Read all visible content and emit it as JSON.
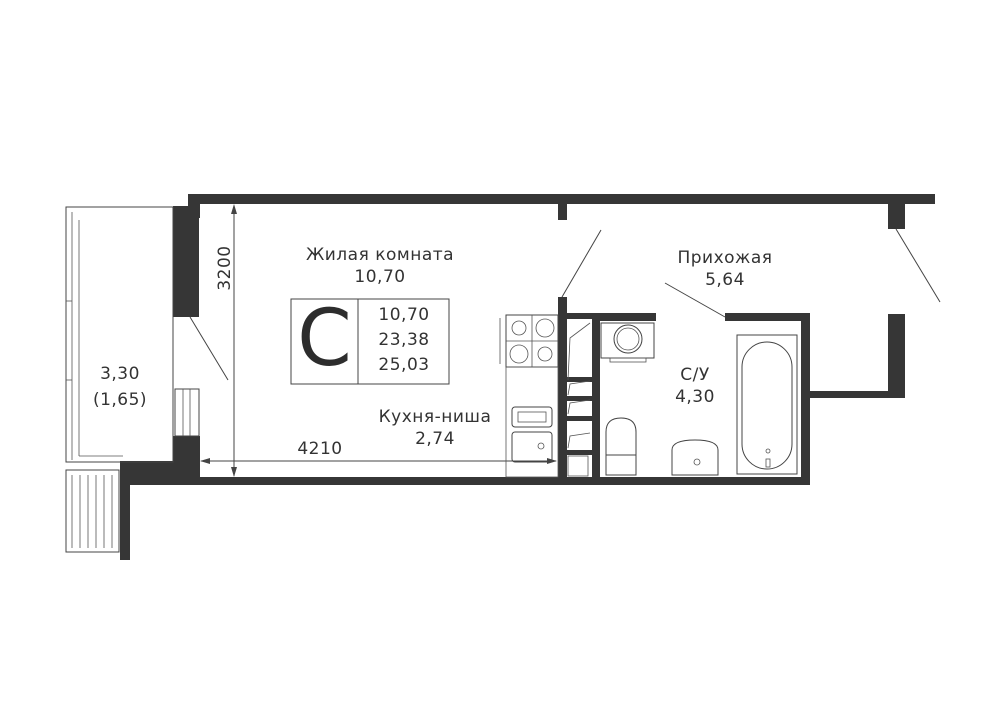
{
  "rooms": {
    "living": {
      "name": "Жилая комната",
      "area": "10,70"
    },
    "hallway": {
      "name": "Прихожая",
      "area": "5,64"
    },
    "bathroom": {
      "name": "С/У",
      "area": "4,30"
    },
    "kitchen": {
      "name": "Кухня-ниша",
      "area": "2,74"
    },
    "balcony": {
      "area": "3,30",
      "reduced_area": "(1,65)"
    }
  },
  "dimensions": {
    "height": "3200",
    "width": "4210"
  },
  "badge": {
    "letter": "С",
    "living_area": "10,70",
    "total_area": "23,38",
    "total_with_balcony": "25,03"
  },
  "colors": {
    "wall": "#363636"
  }
}
